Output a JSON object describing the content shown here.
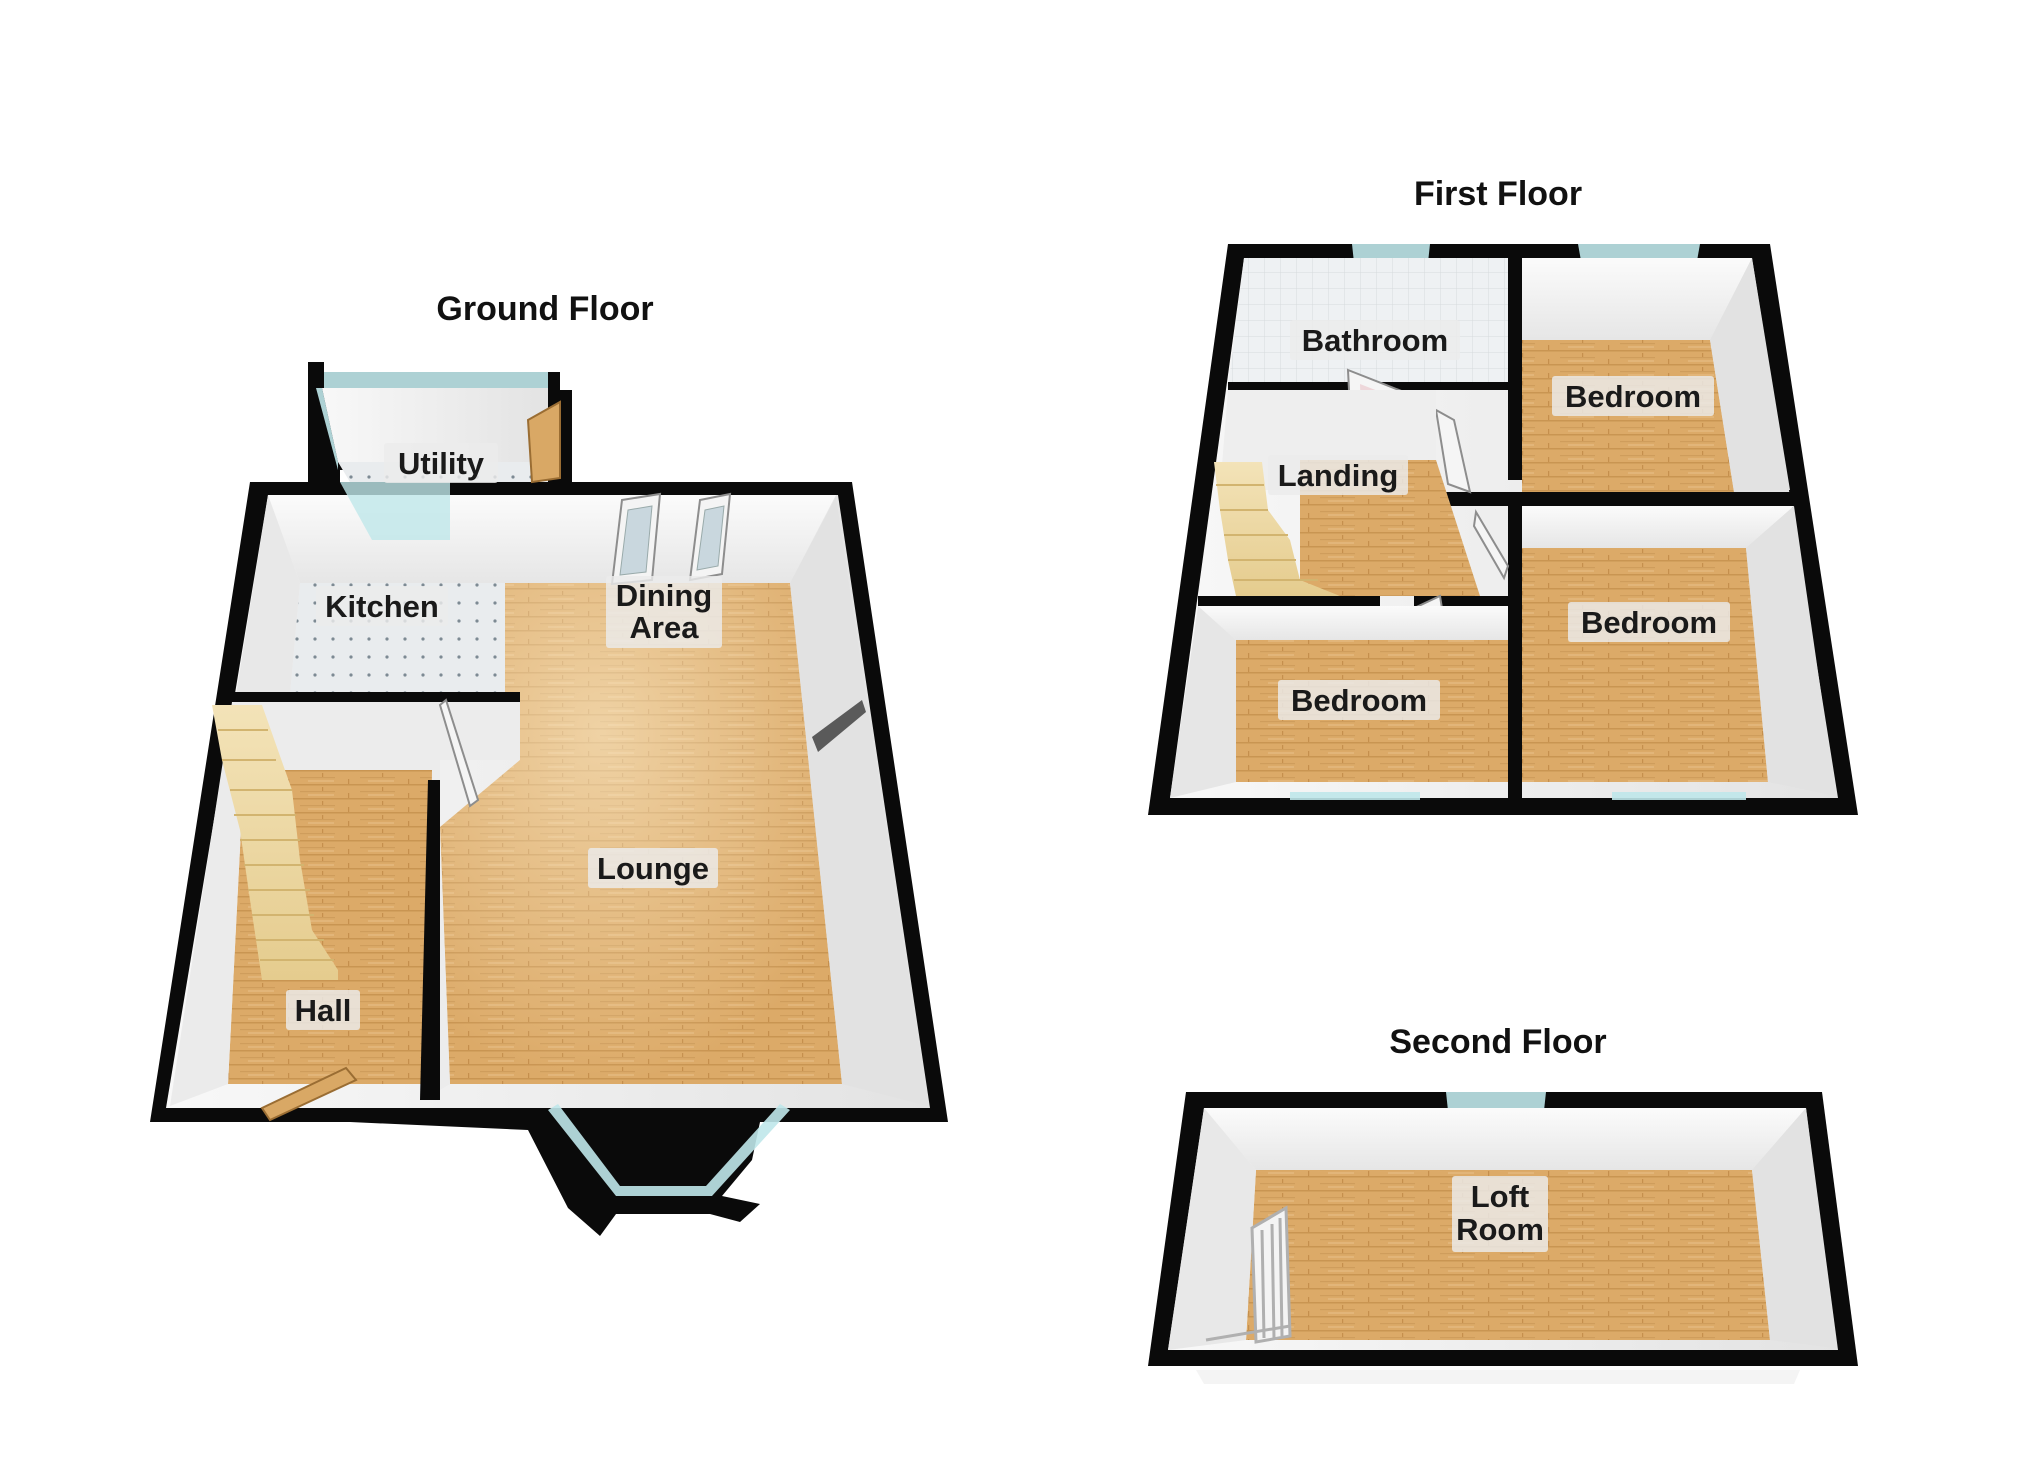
{
  "floors": [
    {
      "title": "Ground Floor",
      "rooms": [
        {
          "name": "Utility",
          "lines": [
            "Utility"
          ]
        },
        {
          "name": "Kitchen",
          "lines": [
            "Kitchen"
          ]
        },
        {
          "name": "Dining Area",
          "lines": [
            "Dining",
            "Area"
          ]
        },
        {
          "name": "Lounge",
          "lines": [
            "Lounge"
          ]
        },
        {
          "name": "Hall",
          "lines": [
            "Hall"
          ]
        }
      ]
    },
    {
      "title": "First Floor",
      "rooms": [
        {
          "name": "Bathroom",
          "lines": [
            "Bathroom"
          ]
        },
        {
          "name": "Bedroom",
          "lines": [
            "Bedroom"
          ]
        },
        {
          "name": "Landing",
          "lines": [
            "Landing"
          ]
        },
        {
          "name": "Bedroom",
          "lines": [
            "Bedroom"
          ]
        },
        {
          "name": "Bedroom",
          "lines": [
            "Bedroom"
          ]
        }
      ]
    },
    {
      "title": "Second Floor",
      "rooms": [
        {
          "name": "Loft Room",
          "lines": [
            "Loft",
            "Room"
          ]
        }
      ]
    }
  ],
  "colors": {
    "wall": "#0a0a0a",
    "wood_floor": "#d9a865",
    "wood_floor_light": "#e8c38a",
    "tile_floor": "#e4e7ea",
    "window_glass": "#bfe7ea",
    "inner_wall": "#f3f3f3"
  }
}
